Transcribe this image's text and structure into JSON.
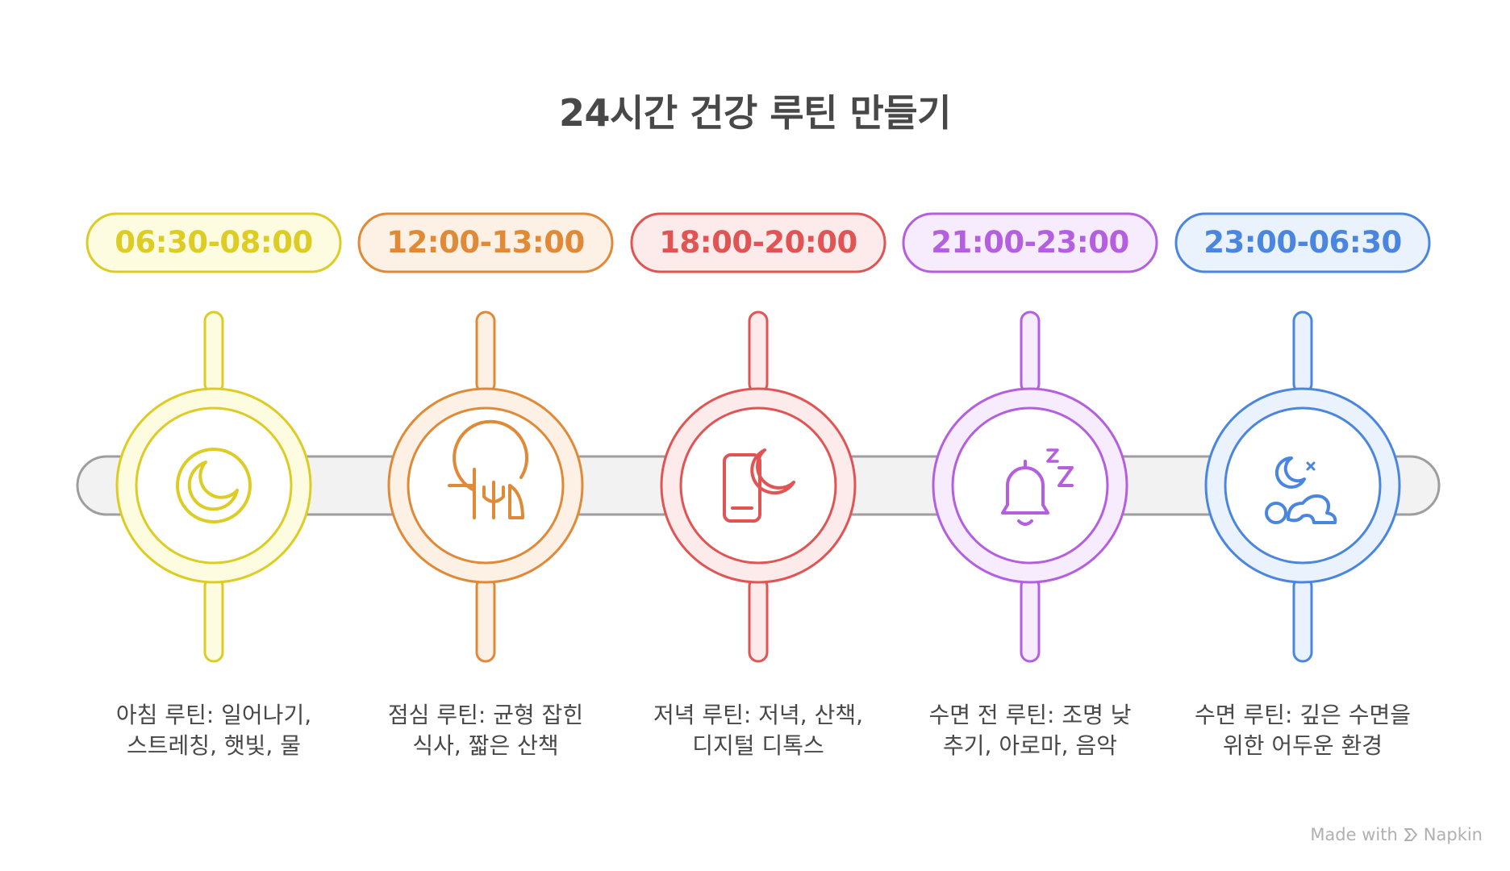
{
  "title": "24시간 건강 루틴 만들기",
  "stages": [
    {
      "time": "06:30-08:00",
      "description_line1": "아침 루틴: 일어나기,",
      "description_line2": "스트레칭, 햇빛, 물",
      "icon": "sunrise-icon",
      "color": "#dccc24",
      "fill": "#fdfbe0"
    },
    {
      "time": "12:00-13:00",
      "description_line1": "점심 루틴: 균형 잡힌",
      "description_line2": "식사, 짧은 산책",
      "icon": "meal-utensils-icon",
      "color": "#e08a38",
      "fill": "#fdf0e4"
    },
    {
      "time": "18:00-20:00",
      "description_line1": "저녁 루틴: 저녁, 산책,",
      "description_line2": "디지털 디톡스",
      "icon": "phone-moon-icon",
      "color": "#e05454",
      "fill": "#fdeaea"
    },
    {
      "time": "21:00-23:00",
      "description_line1": "수면 전 루틴: 조명 낮",
      "description_line2": "추기, 아로마, 음악",
      "icon": "bell-sleep-icon",
      "color": "#b45ee0",
      "fill": "#f7ecfd"
    },
    {
      "time": "23:00-06:30",
      "description_line1": "수면 루틴: 깊은 수면을",
      "description_line2": "위한 어두운 환경",
      "icon": "sleeping-person-icon",
      "color": "#4a86e0",
      "fill": "#eaf2fd"
    }
  ],
  "footer": {
    "prefix": "Made with",
    "brand": "Napkin"
  }
}
